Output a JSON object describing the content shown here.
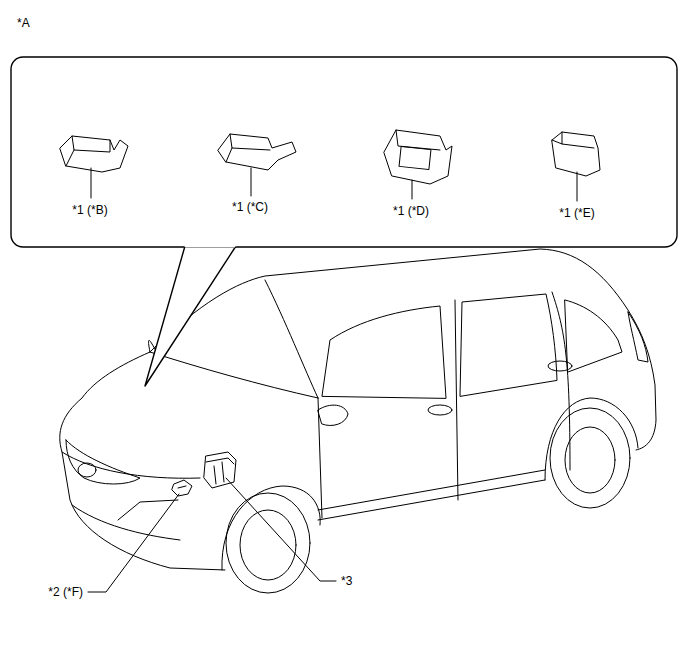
{
  "diagram": {
    "labels": [
      "*A",
      "*1 (*B)",
      "*1 (*C)",
      "*1 (*D)",
      "*1 (*E)",
      "*2 (*F)",
      "*3"
    ]
  }
}
